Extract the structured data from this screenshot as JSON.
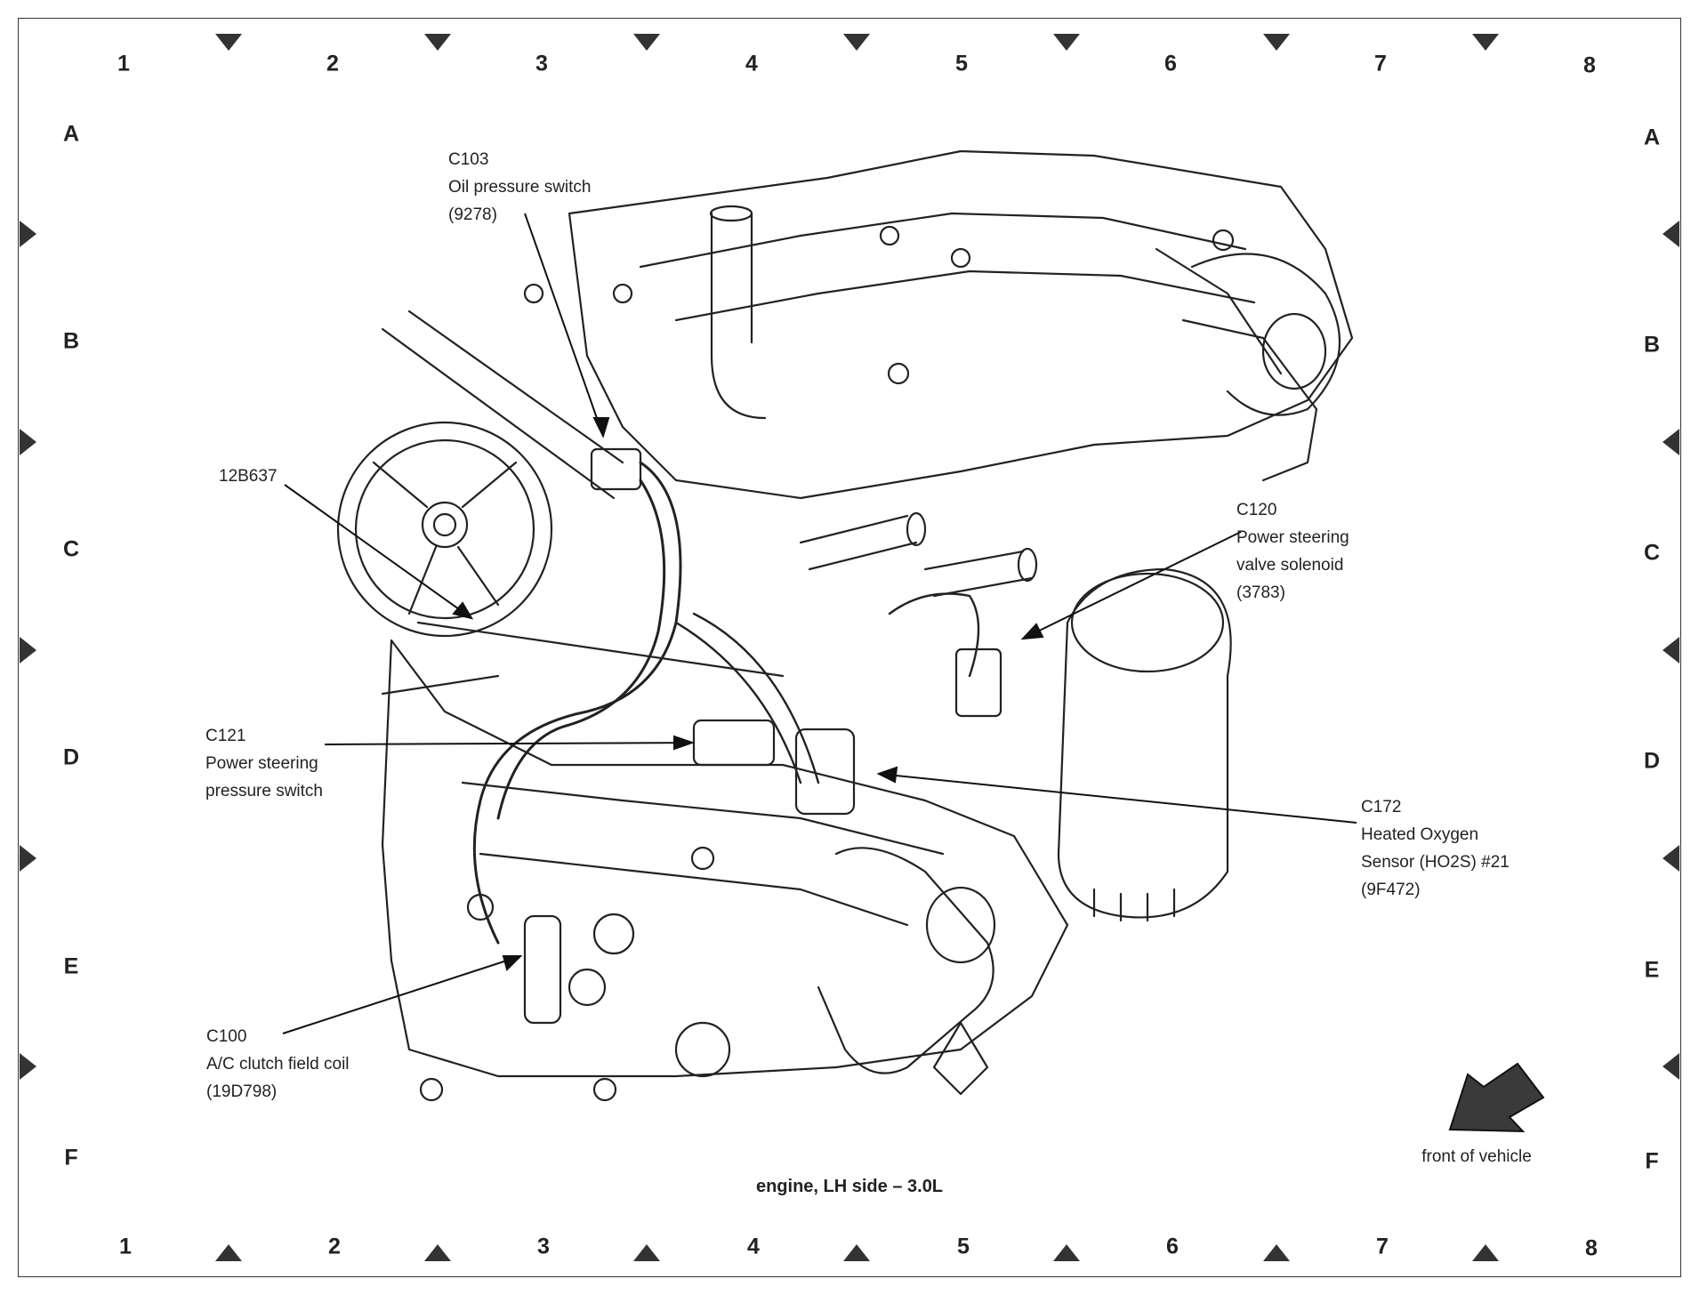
{
  "grid": {
    "columns": [
      "1",
      "2",
      "3",
      "4",
      "5",
      "6",
      "7",
      "8"
    ],
    "rows": [
      "A",
      "B",
      "C",
      "D",
      "E",
      "F"
    ]
  },
  "callouts": [
    {
      "id": "c103",
      "lines": [
        "C103",
        "Oil pressure switch",
        "(9278)"
      ]
    },
    {
      "id": "12b637",
      "lines": [
        "12B637"
      ]
    },
    {
      "id": "c120",
      "lines": [
        "C120",
        "Power steering",
        "valve solenoid",
        "(3783)"
      ]
    },
    {
      "id": "c121",
      "lines": [
        "C121",
        "Power steering",
        "pressure switch"
      ]
    },
    {
      "id": "c172",
      "lines": [
        "C172",
        "Heated Oxygen",
        "Sensor (HO2S) #21",
        "(9F472)"
      ]
    },
    {
      "id": "c100",
      "lines": [
        "C100",
        "A/C clutch field coil",
        "(19D798)"
      ]
    }
  ],
  "caption": "engine, LH side – 3.0L",
  "orientation": {
    "label": "front of vehicle",
    "icon": "front-of-vehicle-arrow-icon"
  },
  "colors": {
    "ink": "#1a1a1a",
    "marker": "#333333",
    "arrow": "#3a3a3a"
  }
}
